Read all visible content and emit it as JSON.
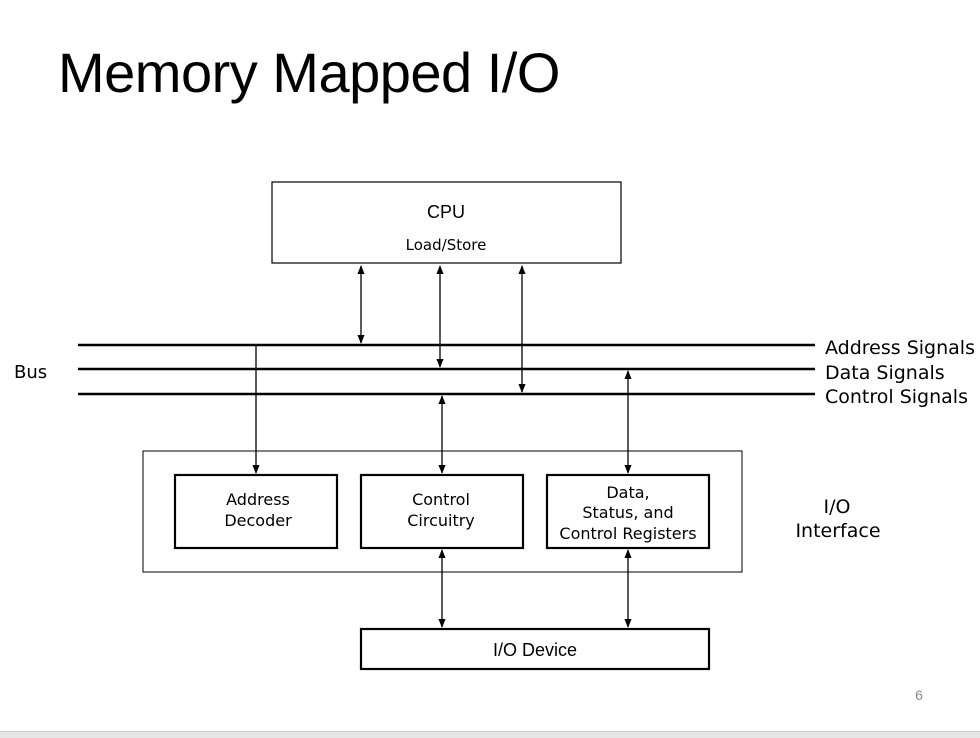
{
  "slide": {
    "title": "Memory Mapped I/O",
    "page_number": "6"
  },
  "diagram": {
    "cpu": {
      "title": "CPU",
      "subtitle": "Load/Store"
    },
    "bus": {
      "label": "Bus",
      "lines": [
        "Address Signals",
        "Data Signals",
        "Control Signals"
      ]
    },
    "interface": {
      "label_line1": "I/O",
      "label_line2": "Interface",
      "address_decoder": [
        "Address",
        "Decoder"
      ],
      "control_circuitry": [
        "Control",
        "Circuitry"
      ],
      "registers": [
        "Data,",
        "Status, and",
        "Control Registers"
      ]
    },
    "device": {
      "label": "I/O Device"
    }
  }
}
